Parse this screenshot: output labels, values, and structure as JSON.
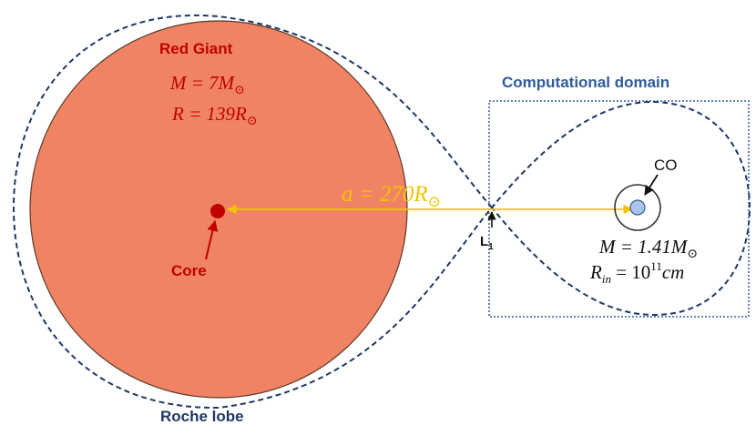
{
  "colors": {
    "giant_fill": "#f08363",
    "giant_stroke": "#5a3a2a",
    "core": "#c00000",
    "red_text": "#c00000",
    "dark_red_text": "#a01010",
    "separation": "#f5c400",
    "roche_lobe": "#1f3864",
    "domain_box": "#2e5b9a",
    "domain_text": "#2e5b9a",
    "co_fill": "#a9c4ec",
    "black": "#111111"
  },
  "labels": {
    "red_giant": "Red Giant",
    "giant_mass_lhs": "M = 7M",
    "giant_radius_lhs": "R = 139R",
    "sun_symbol": "⊙",
    "separation_lhs": "a = 270R",
    "core": "Core",
    "l1_main": "L",
    "l1_sub": "1",
    "computational_domain": "Computational domain",
    "co": "CO",
    "co_mass": "M = 1.41M",
    "co_radius_lhs": "R",
    "co_radius_sub": "in",
    "co_radius_eq": " = 10",
    "co_radius_exp": "11",
    "co_radius_unit": "cm",
    "roche_lobe": "Roche lobe"
  }
}
